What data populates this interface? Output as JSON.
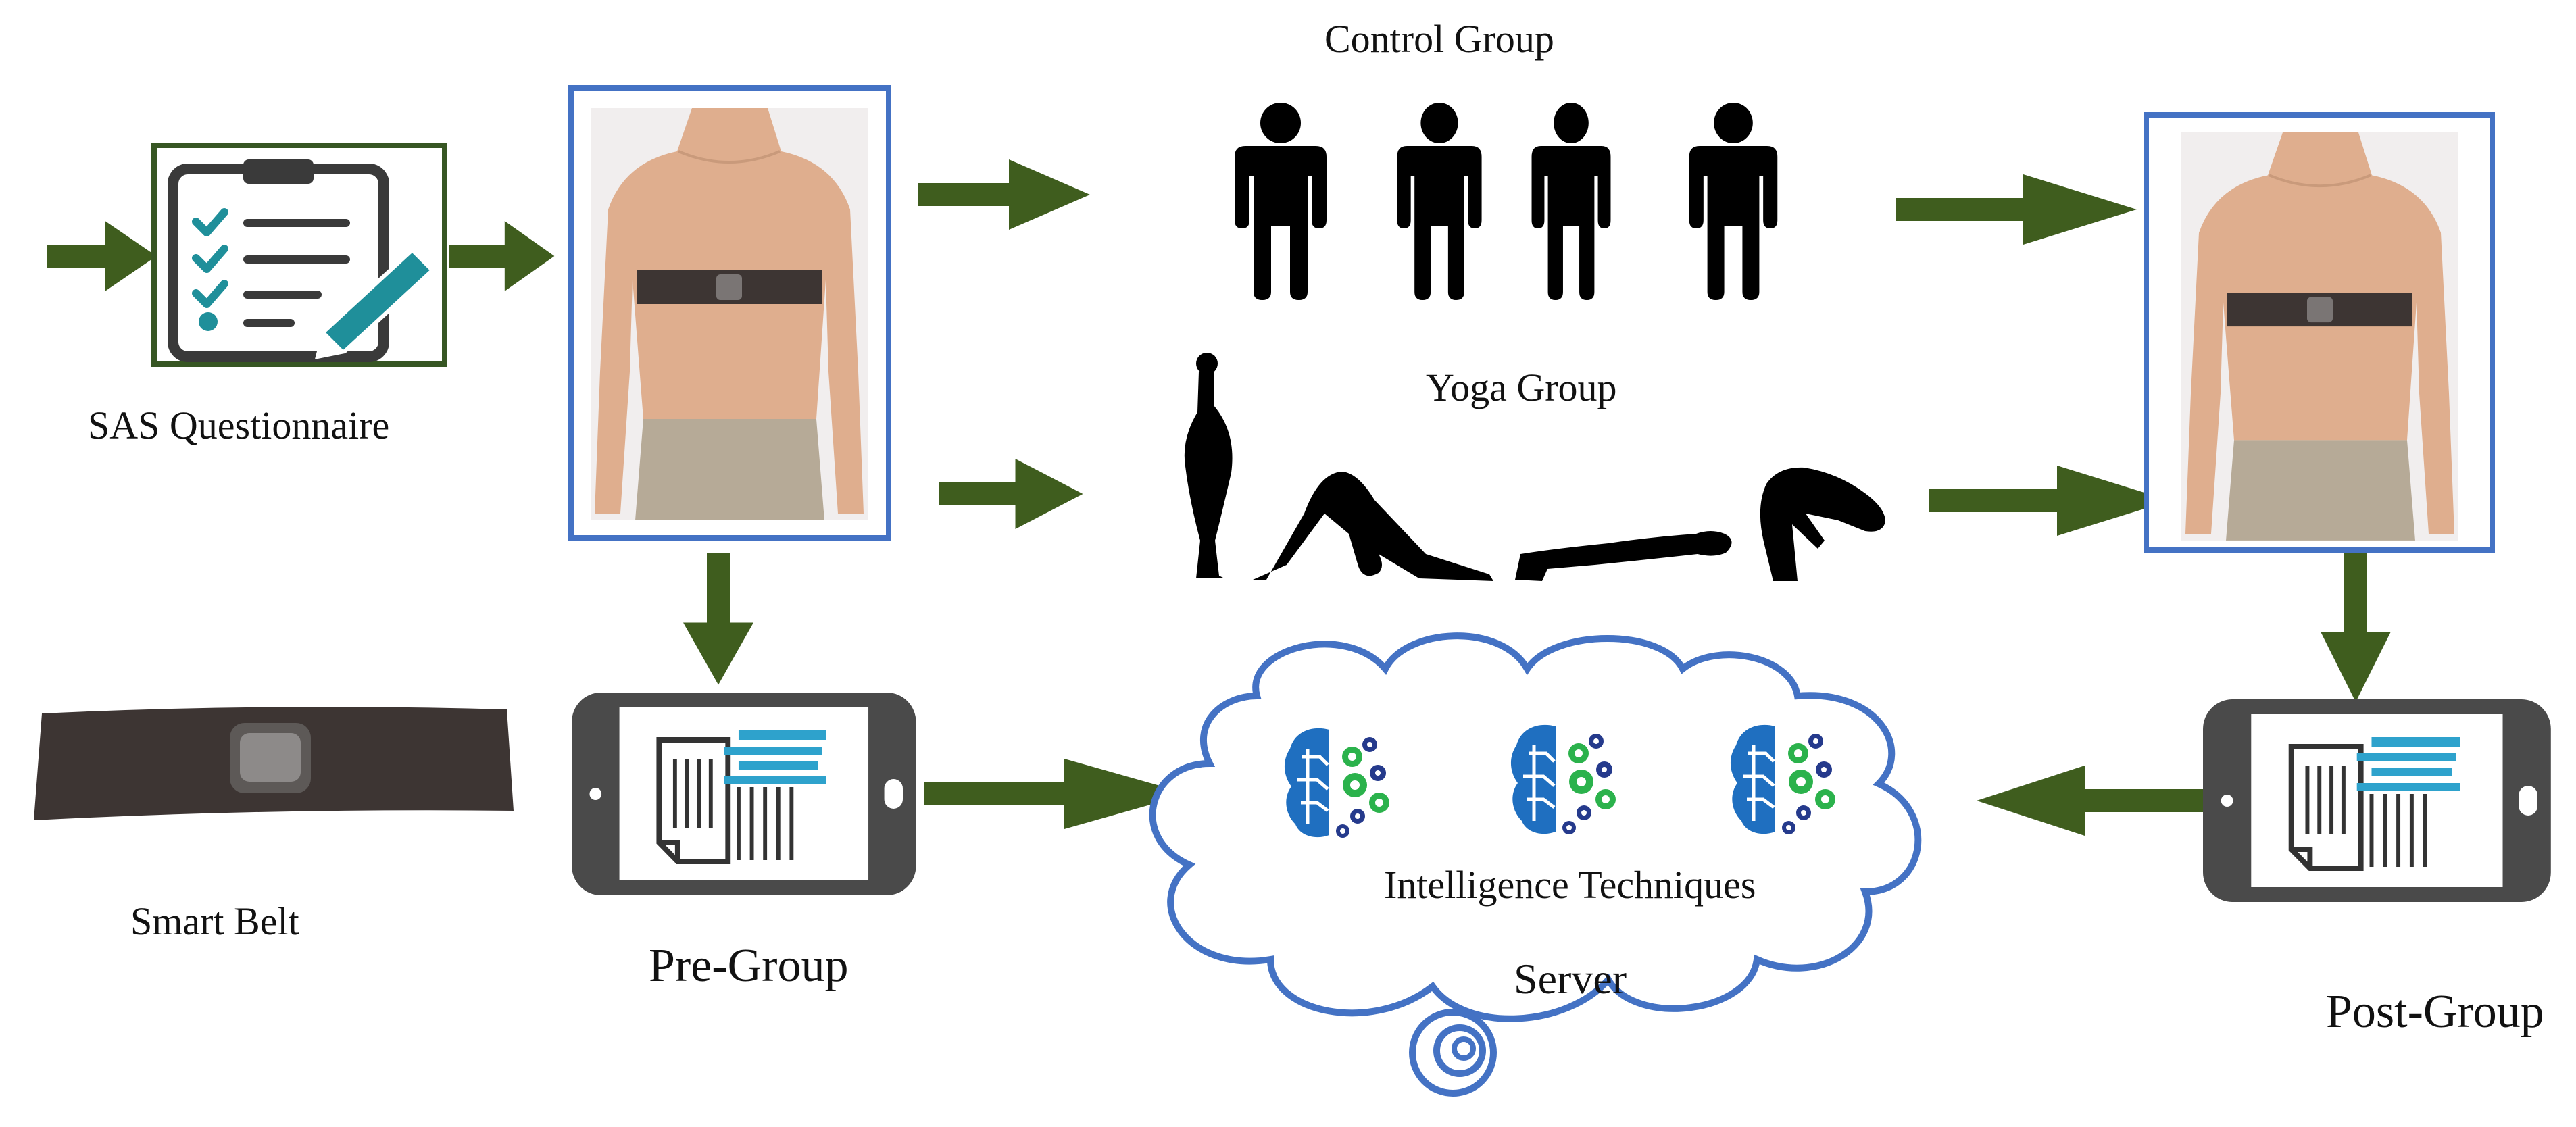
{
  "colors": {
    "arrow": "#3f5d1e",
    "frame_blue": "#4472c4",
    "clipboard_frame": "#375623",
    "teal": "#1f8f9a",
    "brain_blue": "#1f6fc0",
    "gear_green": "#2bb24c",
    "gear_navy": "#253a8c",
    "skin": "#dfae8e",
    "belt": "#3d3533",
    "phone_body": "#4a4a4a"
  },
  "labels": {
    "sas_questionnaire": "SAS Questionnaire",
    "control_group": "Control Group",
    "yoga_group": "Yoga Group",
    "smart_belt": "Smart Belt",
    "pre_group": "Pre-Group",
    "intelligence_techniques": "Intelligence Techniques",
    "server": "Server",
    "post_group": "Post-Group"
  },
  "icons": [
    "clipboard-checklist-icon",
    "person-silhouette-icon",
    "yoga-pose-icon",
    "smartphone-report-icon",
    "brain-gears-icon",
    "cloud-icon",
    "smart-belt-photo",
    "chest-strap-photo"
  ]
}
